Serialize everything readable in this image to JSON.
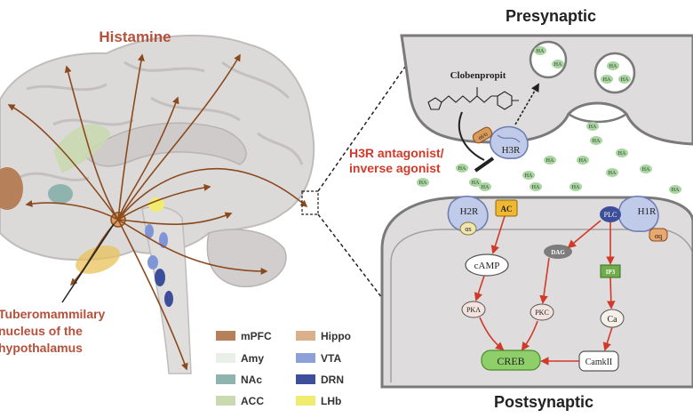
{
  "histamine_title": "Histamine",
  "presynaptic_title": "Presynaptic",
  "postsynaptic_title": "Postsynaptic",
  "nucleus_label": [
    "Tuberomammilary",
    "nucleus of the",
    "hypothalamus"
  ],
  "drug_name": "Clobenpropit",
  "antagonist_label": [
    "H3R antagonist/",
    "inverse agonist"
  ],
  "vesicle_label": "HA",
  "receptors": {
    "h3r": "H3R",
    "h2r": "H2R",
    "h1r": "H1R"
  },
  "proteins": {
    "gi": "αi/o",
    "gs": "αs",
    "gq": "αq",
    "ac": "AC",
    "plc": "PLC",
    "dag": "DAG",
    "ip3": "IP3",
    "camp": "cAMP",
    "pka": "PKA",
    "pkc": "PKC",
    "ca": "Ca",
    "camkii": "CamkII",
    "creb": "CREB"
  },
  "legend": [
    {
      "label": "mPFC",
      "color": "#b5805a"
    },
    {
      "label": "Hippo",
      "color": "#d9b08a"
    },
    {
      "label": "Amy",
      "color": "#e8f0e8"
    },
    {
      "label": "VTA",
      "color": "#8ea0d8"
    },
    {
      "label": "NAc",
      "color": "#8fb3ae"
    },
    {
      "label": "DRN",
      "color": "#3d4f9a"
    },
    {
      "label": "ACC",
      "color": "#c9d9b0"
    },
    {
      "label": "LHb",
      "color": "#f0ec70"
    }
  ],
  "colors": {
    "arrow": "#8b4a1e",
    "title_red": "#b5503a",
    "red_arrow": "#d03a2a",
    "ha_green": "#a8d5a0",
    "creb_green": "#8fcf6a",
    "ac_yellow": "#f0b830"
  }
}
